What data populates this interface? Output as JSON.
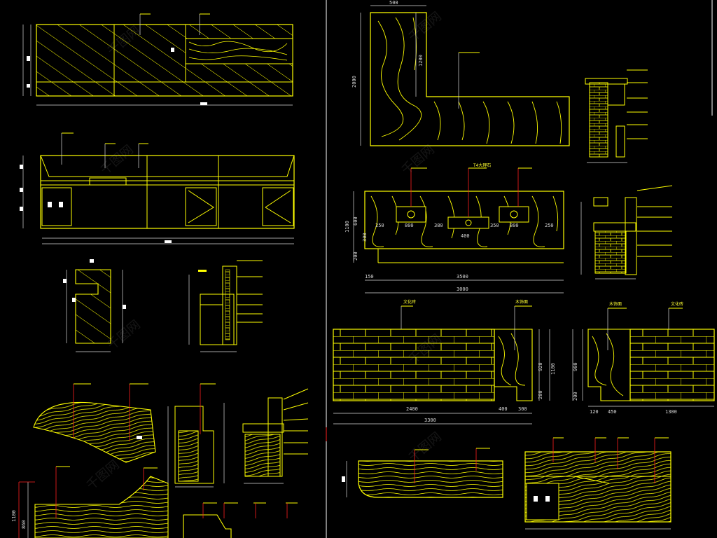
{
  "colors": {
    "background": "#000000",
    "linework": "#ffff00",
    "dimension": "#d8d8d8",
    "leader": "#ff2020",
    "divider": "#ffffff",
    "label_box": "#ffffff"
  },
  "dimensions": {
    "bar_plan_width": "3500",
    "bar_plan_total": "3000",
    "bar_plan_d800_left": "800",
    "bar_plan_d800_right": "800",
    "bar_plan_d400": "400",
    "bar_plan_h600": "600",
    "bar_plan_h1100": "1100",
    "bar_plan_h200": "200",
    "bar_plan_d300": "300",
    "bar_plan_d250a": "250",
    "bar_plan_d250b": "250",
    "bar_plan_d380": "380",
    "bar_plan_d350": "350",
    "bar_plan_d150": "150",
    "l_height": "2000",
    "l_top": "500",
    "l_inner": "1200",
    "wall_left_2400": "2400",
    "wall_left_400": "400",
    "wall_left_300": "300",
    "wall_left_total": "3300",
    "wall_left_h1100": "1100",
    "wall_left_h200": "200",
    "wall_left_h920": "920",
    "wall_right_120": "120",
    "wall_right_450": "450",
    "wall_right_1300": "1300",
    "wall_right_h900": "900",
    "wall_right_h200": "200",
    "left_bottom_h1100": "1100",
    "left_bottom_h860": "860"
  },
  "callouts": {
    "bar_plan_top": "T4大理石",
    "wall_left_note": "文化砖",
    "wall_left_tag": "木饰面",
    "wall_right_note": "木饰面",
    "wall_right_tag": "文化砖"
  },
  "watermark": "千图网"
}
